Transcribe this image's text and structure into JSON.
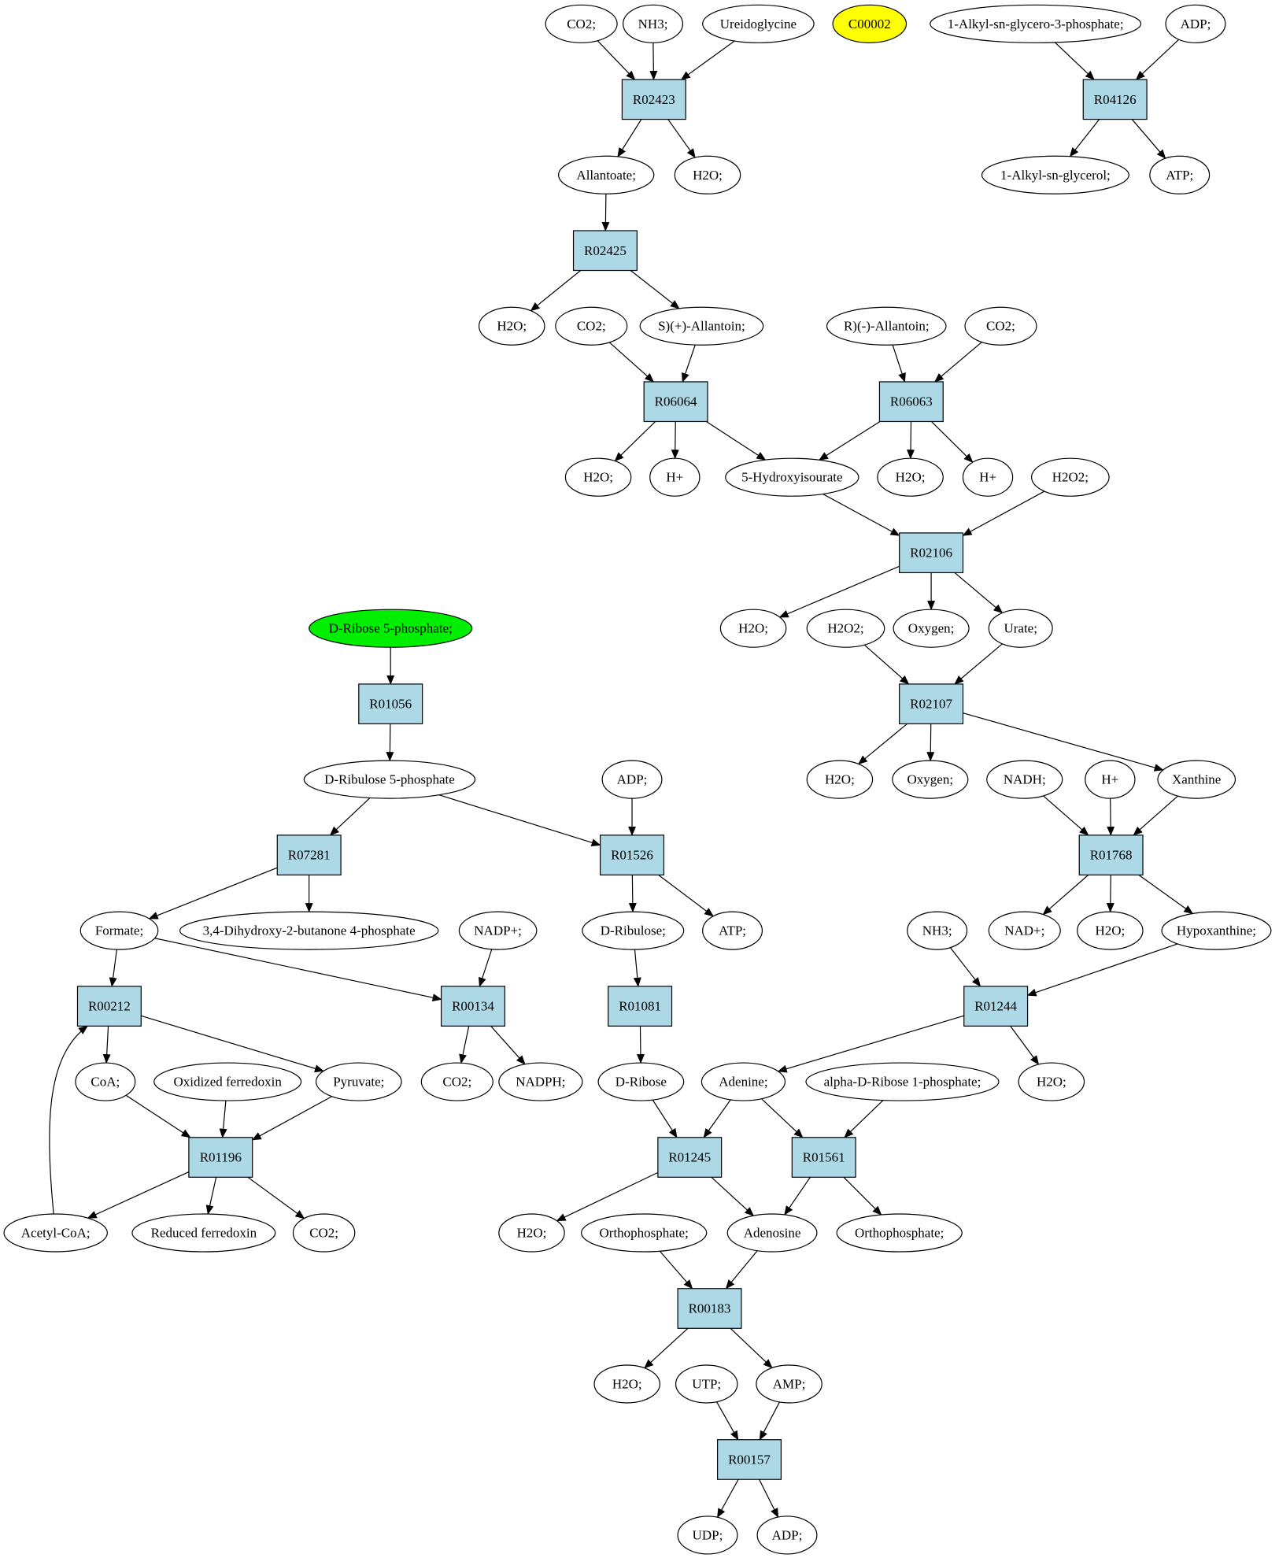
{
  "colors": {
    "reaction_fill": "#add8e6",
    "compound_fill": "#ffffff",
    "start_fill": "#00ee00",
    "target_fill": "#ffff00",
    "stroke": "#000000"
  },
  "nodes": [
    {
      "id": "co2_a",
      "label": "CO2;",
      "kind": "compound"
    },
    {
      "id": "nh3_a",
      "label": "NH3;",
      "kind": "compound"
    },
    {
      "id": "ureido",
      "label": "Ureidoglycine",
      "kind": "compound"
    },
    {
      "id": "c00002",
      "label": "C00002",
      "kind": "target"
    },
    {
      "id": "alkylg3p",
      "label": "1-Alkyl-sn-glycero-3-phosphate;",
      "kind": "compound"
    },
    {
      "id": "adp_a",
      "label": "ADP;",
      "kind": "compound"
    },
    {
      "id": "R02423",
      "label": "R02423",
      "kind": "reaction"
    },
    {
      "id": "R04126",
      "label": "R04126",
      "kind": "reaction"
    },
    {
      "id": "allantoate",
      "label": "Allantoate;",
      "kind": "compound"
    },
    {
      "id": "h2o_a",
      "label": "H2O;",
      "kind": "compound"
    },
    {
      "id": "alkylg",
      "label": "1-Alkyl-sn-glycerol;",
      "kind": "compound"
    },
    {
      "id": "atp_a",
      "label": "ATP;",
      "kind": "compound"
    },
    {
      "id": "R02425",
      "label": "R02425",
      "kind": "reaction"
    },
    {
      "id": "h2o_b",
      "label": "H2O;",
      "kind": "compound"
    },
    {
      "id": "co2_b",
      "label": "CO2;",
      "kind": "compound"
    },
    {
      "id": "s_allantoin",
      "label": "S)(+)-Allantoin;",
      "kind": "compound"
    },
    {
      "id": "r_allantoin",
      "label": "R)(-)-Allantoin;",
      "kind": "compound"
    },
    {
      "id": "co2_c",
      "label": "CO2;",
      "kind": "compound"
    },
    {
      "id": "R06064",
      "label": "R06064",
      "kind": "reaction"
    },
    {
      "id": "R06063",
      "label": "R06063",
      "kind": "reaction"
    },
    {
      "id": "h2o_c",
      "label": "H2O;",
      "kind": "compound"
    },
    {
      "id": "hplus_a",
      "label": "H+",
      "kind": "compound"
    },
    {
      "id": "hydroxyisourate",
      "label": "5-Hydroxyisourate",
      "kind": "compound"
    },
    {
      "id": "h2o_d",
      "label": "H2O;",
      "kind": "compound"
    },
    {
      "id": "hplus_b",
      "label": "H+",
      "kind": "compound"
    },
    {
      "id": "h2o2_a",
      "label": "H2O2;",
      "kind": "compound"
    },
    {
      "id": "R02106",
      "label": "R02106",
      "kind": "reaction"
    },
    {
      "id": "h2o_e",
      "label": "H2O;",
      "kind": "compound"
    },
    {
      "id": "h2o2_b",
      "label": "H2O2;",
      "kind": "compound"
    },
    {
      "id": "oxygen_a",
      "label": "Oxygen;",
      "kind": "compound"
    },
    {
      "id": "urate",
      "label": "Urate;",
      "kind": "compound"
    },
    {
      "id": "R02107",
      "label": "R02107",
      "kind": "reaction"
    },
    {
      "id": "h2o_f",
      "label": "H2O;",
      "kind": "compound"
    },
    {
      "id": "oxygen_b",
      "label": "Oxygen;",
      "kind": "compound"
    },
    {
      "id": "nadh",
      "label": "NADH;",
      "kind": "compound"
    },
    {
      "id": "hplus_c",
      "label": "H+",
      "kind": "compound"
    },
    {
      "id": "xanthine",
      "label": "Xanthine",
      "kind": "compound"
    },
    {
      "id": "R01768",
      "label": "R01768",
      "kind": "reaction"
    },
    {
      "id": "nadplus",
      "label": "NAD+;",
      "kind": "compound"
    },
    {
      "id": "h2o_g",
      "label": "H2O;",
      "kind": "compound"
    },
    {
      "id": "hypoxanthine",
      "label": "Hypoxanthine;",
      "kind": "compound"
    },
    {
      "id": "nh3_b",
      "label": "NH3;",
      "kind": "compound"
    },
    {
      "id": "R01244",
      "label": "R01244",
      "kind": "reaction"
    },
    {
      "id": "h2o_h",
      "label": "H2O;",
      "kind": "compound"
    },
    {
      "id": "ribose5p",
      "label": "D-Ribose 5-phosphate;",
      "kind": "start"
    },
    {
      "id": "R01056",
      "label": "R01056",
      "kind": "reaction"
    },
    {
      "id": "ribulose5p",
      "label": "D-Ribulose 5-phosphate",
      "kind": "compound"
    },
    {
      "id": "adp_b",
      "label": "ADP;",
      "kind": "compound"
    },
    {
      "id": "R07281",
      "label": "R07281",
      "kind": "reaction"
    },
    {
      "id": "R01526",
      "label": "R01526",
      "kind": "reaction"
    },
    {
      "id": "formate",
      "label": "Formate;",
      "kind": "compound"
    },
    {
      "id": "dhbp",
      "label": "3,4-Dihydroxy-2-butanone 4-phosphate",
      "kind": "compound"
    },
    {
      "id": "nadpplus",
      "label": "NADP+;",
      "kind": "compound"
    },
    {
      "id": "dribulose",
      "label": "D-Ribulose;",
      "kind": "compound"
    },
    {
      "id": "atp_b",
      "label": "ATP;",
      "kind": "compound"
    },
    {
      "id": "R00212",
      "label": "R00212",
      "kind": "reaction"
    },
    {
      "id": "R00134",
      "label": "R00134",
      "kind": "reaction"
    },
    {
      "id": "R01081",
      "label": "R01081",
      "kind": "reaction"
    },
    {
      "id": "coa",
      "label": "CoA;",
      "kind": "compound"
    },
    {
      "id": "oxferredoxin",
      "label": "Oxidized ferredoxin",
      "kind": "compound"
    },
    {
      "id": "pyruvate",
      "label": "Pyruvate;",
      "kind": "compound"
    },
    {
      "id": "co2_d",
      "label": "CO2;",
      "kind": "compound"
    },
    {
      "id": "nadph",
      "label": "NADPH;",
      "kind": "compound"
    },
    {
      "id": "dribose",
      "label": "D-Ribose",
      "kind": "compound"
    },
    {
      "id": "adenine",
      "label": "Adenine;",
      "kind": "compound"
    },
    {
      "id": "adr1p",
      "label": "alpha-D-Ribose 1-phosphate;",
      "kind": "compound"
    },
    {
      "id": "R01196",
      "label": "R01196",
      "kind": "reaction"
    },
    {
      "id": "R01245",
      "label": "R01245",
      "kind": "reaction"
    },
    {
      "id": "R01561",
      "label": "R01561",
      "kind": "reaction"
    },
    {
      "id": "acetylcoa",
      "label": "Acetyl-CoA;",
      "kind": "compound"
    },
    {
      "id": "redferredoxin",
      "label": "Reduced ferredoxin",
      "kind": "compound"
    },
    {
      "id": "co2_e",
      "label": "CO2;",
      "kind": "compound"
    },
    {
      "id": "h2o_i",
      "label": "H2O;",
      "kind": "compound"
    },
    {
      "id": "orthophos_a",
      "label": "Orthophosphate;",
      "kind": "compound"
    },
    {
      "id": "adenosine",
      "label": "Adenosine",
      "kind": "compound"
    },
    {
      "id": "orthophos_b",
      "label": "Orthophosphate;",
      "kind": "compound"
    },
    {
      "id": "R00183",
      "label": "R00183",
      "kind": "reaction"
    },
    {
      "id": "h2o_j",
      "label": "H2O;",
      "kind": "compound"
    },
    {
      "id": "utp",
      "label": "UTP;",
      "kind": "compound"
    },
    {
      "id": "amp",
      "label": "AMP;",
      "kind": "compound"
    },
    {
      "id": "R00157",
      "label": "R00157",
      "kind": "reaction"
    },
    {
      "id": "udp",
      "label": "UDP;",
      "kind": "compound"
    },
    {
      "id": "adp_c",
      "label": "ADP;",
      "kind": "compound"
    }
  ],
  "edges": [
    {
      "from": "co2_a",
      "to": "R02423"
    },
    {
      "from": "nh3_a",
      "to": "R02423"
    },
    {
      "from": "ureido",
      "to": "R02423"
    },
    {
      "from": "R02423",
      "to": "allantoate"
    },
    {
      "from": "R02423",
      "to": "h2o_a"
    },
    {
      "from": "alkylg3p",
      "to": "R04126"
    },
    {
      "from": "adp_a",
      "to": "R04126"
    },
    {
      "from": "R04126",
      "to": "alkylg"
    },
    {
      "from": "R04126",
      "to": "atp_a"
    },
    {
      "from": "allantoate",
      "to": "R02425"
    },
    {
      "from": "R02425",
      "to": "h2o_b"
    },
    {
      "from": "R02425",
      "to": "s_allantoin"
    },
    {
      "from": "co2_b",
      "to": "R06064"
    },
    {
      "from": "s_allantoin",
      "to": "R06064"
    },
    {
      "from": "r_allantoin",
      "to": "R06063"
    },
    {
      "from": "co2_c",
      "to": "R06063"
    },
    {
      "from": "R06064",
      "to": "h2o_c"
    },
    {
      "from": "R06064",
      "to": "hplus_a"
    },
    {
      "from": "R06064",
      "to": "hydroxyisourate"
    },
    {
      "from": "R06063",
      "to": "hydroxyisourate"
    },
    {
      "from": "R06063",
      "to": "h2o_d"
    },
    {
      "from": "R06063",
      "to": "hplus_b"
    },
    {
      "from": "hydroxyisourate",
      "to": "R02106"
    },
    {
      "from": "h2o2_a",
      "to": "R02106"
    },
    {
      "from": "R02106",
      "to": "h2o_e"
    },
    {
      "from": "R02106",
      "to": "oxygen_a"
    },
    {
      "from": "R02106",
      "to": "urate"
    },
    {
      "from": "h2o2_b",
      "to": "R02107"
    },
    {
      "from": "urate",
      "to": "R02107"
    },
    {
      "from": "R02107",
      "to": "h2o_f"
    },
    {
      "from": "R02107",
      "to": "oxygen_b"
    },
    {
      "from": "R02107",
      "to": "xanthine"
    },
    {
      "from": "nadh",
      "to": "R01768"
    },
    {
      "from": "hplus_c",
      "to": "R01768"
    },
    {
      "from": "xanthine",
      "to": "R01768"
    },
    {
      "from": "R01768",
      "to": "nadplus"
    },
    {
      "from": "R01768",
      "to": "h2o_g"
    },
    {
      "from": "R01768",
      "to": "hypoxanthine"
    },
    {
      "from": "nh3_b",
      "to": "R01244"
    },
    {
      "from": "hypoxanthine",
      "to": "R01244"
    },
    {
      "from": "R01244",
      "to": "adenine"
    },
    {
      "from": "R01244",
      "to": "h2o_h"
    },
    {
      "from": "ribose5p",
      "to": "R01056"
    },
    {
      "from": "R01056",
      "to": "ribulose5p"
    },
    {
      "from": "ribulose5p",
      "to": "R07281"
    },
    {
      "from": "ribulose5p",
      "to": "R01526"
    },
    {
      "from": "adp_b",
      "to": "R01526"
    },
    {
      "from": "R07281",
      "to": "formate"
    },
    {
      "from": "R07281",
      "to": "dhbp"
    },
    {
      "from": "R01526",
      "to": "dribulose"
    },
    {
      "from": "R01526",
      "to": "atp_b"
    },
    {
      "from": "formate",
      "to": "R00212"
    },
    {
      "from": "formate",
      "to": "R00134"
    },
    {
      "from": "nadpplus",
      "to": "R00134"
    },
    {
      "from": "dribulose",
      "to": "R01081"
    },
    {
      "from": "R00212",
      "to": "coa"
    },
    {
      "from": "R00212",
      "to": "pyruvate"
    },
    {
      "from": "R00134",
      "to": "co2_d"
    },
    {
      "from": "R00134",
      "to": "nadph"
    },
    {
      "from": "R01081",
      "to": "dribose"
    },
    {
      "from": "coa",
      "to": "R01196"
    },
    {
      "from": "oxferredoxin",
      "to": "R01196"
    },
    {
      "from": "pyruvate",
      "to": "R01196"
    },
    {
      "from": "R01196",
      "to": "acetylcoa"
    },
    {
      "from": "R01196",
      "to": "redferredoxin"
    },
    {
      "from": "R01196",
      "to": "co2_e"
    },
    {
      "from": "acetylcoa",
      "to": "R00212"
    },
    {
      "from": "dribose",
      "to": "R01245"
    },
    {
      "from": "adenine",
      "to": "R01245"
    },
    {
      "from": "adenine",
      "to": "R01561"
    },
    {
      "from": "adr1p",
      "to": "R01561"
    },
    {
      "from": "R01245",
      "to": "h2o_i"
    },
    {
      "from": "R01245",
      "to": "adenosine"
    },
    {
      "from": "R01561",
      "to": "adenosine"
    },
    {
      "from": "R01561",
      "to": "orthophos_b"
    },
    {
      "from": "orthophos_a",
      "to": "R00183"
    },
    {
      "from": "adenosine",
      "to": "R00183"
    },
    {
      "from": "R00183",
      "to": "h2o_j"
    },
    {
      "from": "R00183",
      "to": "amp"
    },
    {
      "from": "utp",
      "to": "R00157"
    },
    {
      "from": "amp",
      "to": "R00157"
    },
    {
      "from": "R00157",
      "to": "udp"
    },
    {
      "from": "R00157",
      "to": "adp_c"
    }
  ]
}
